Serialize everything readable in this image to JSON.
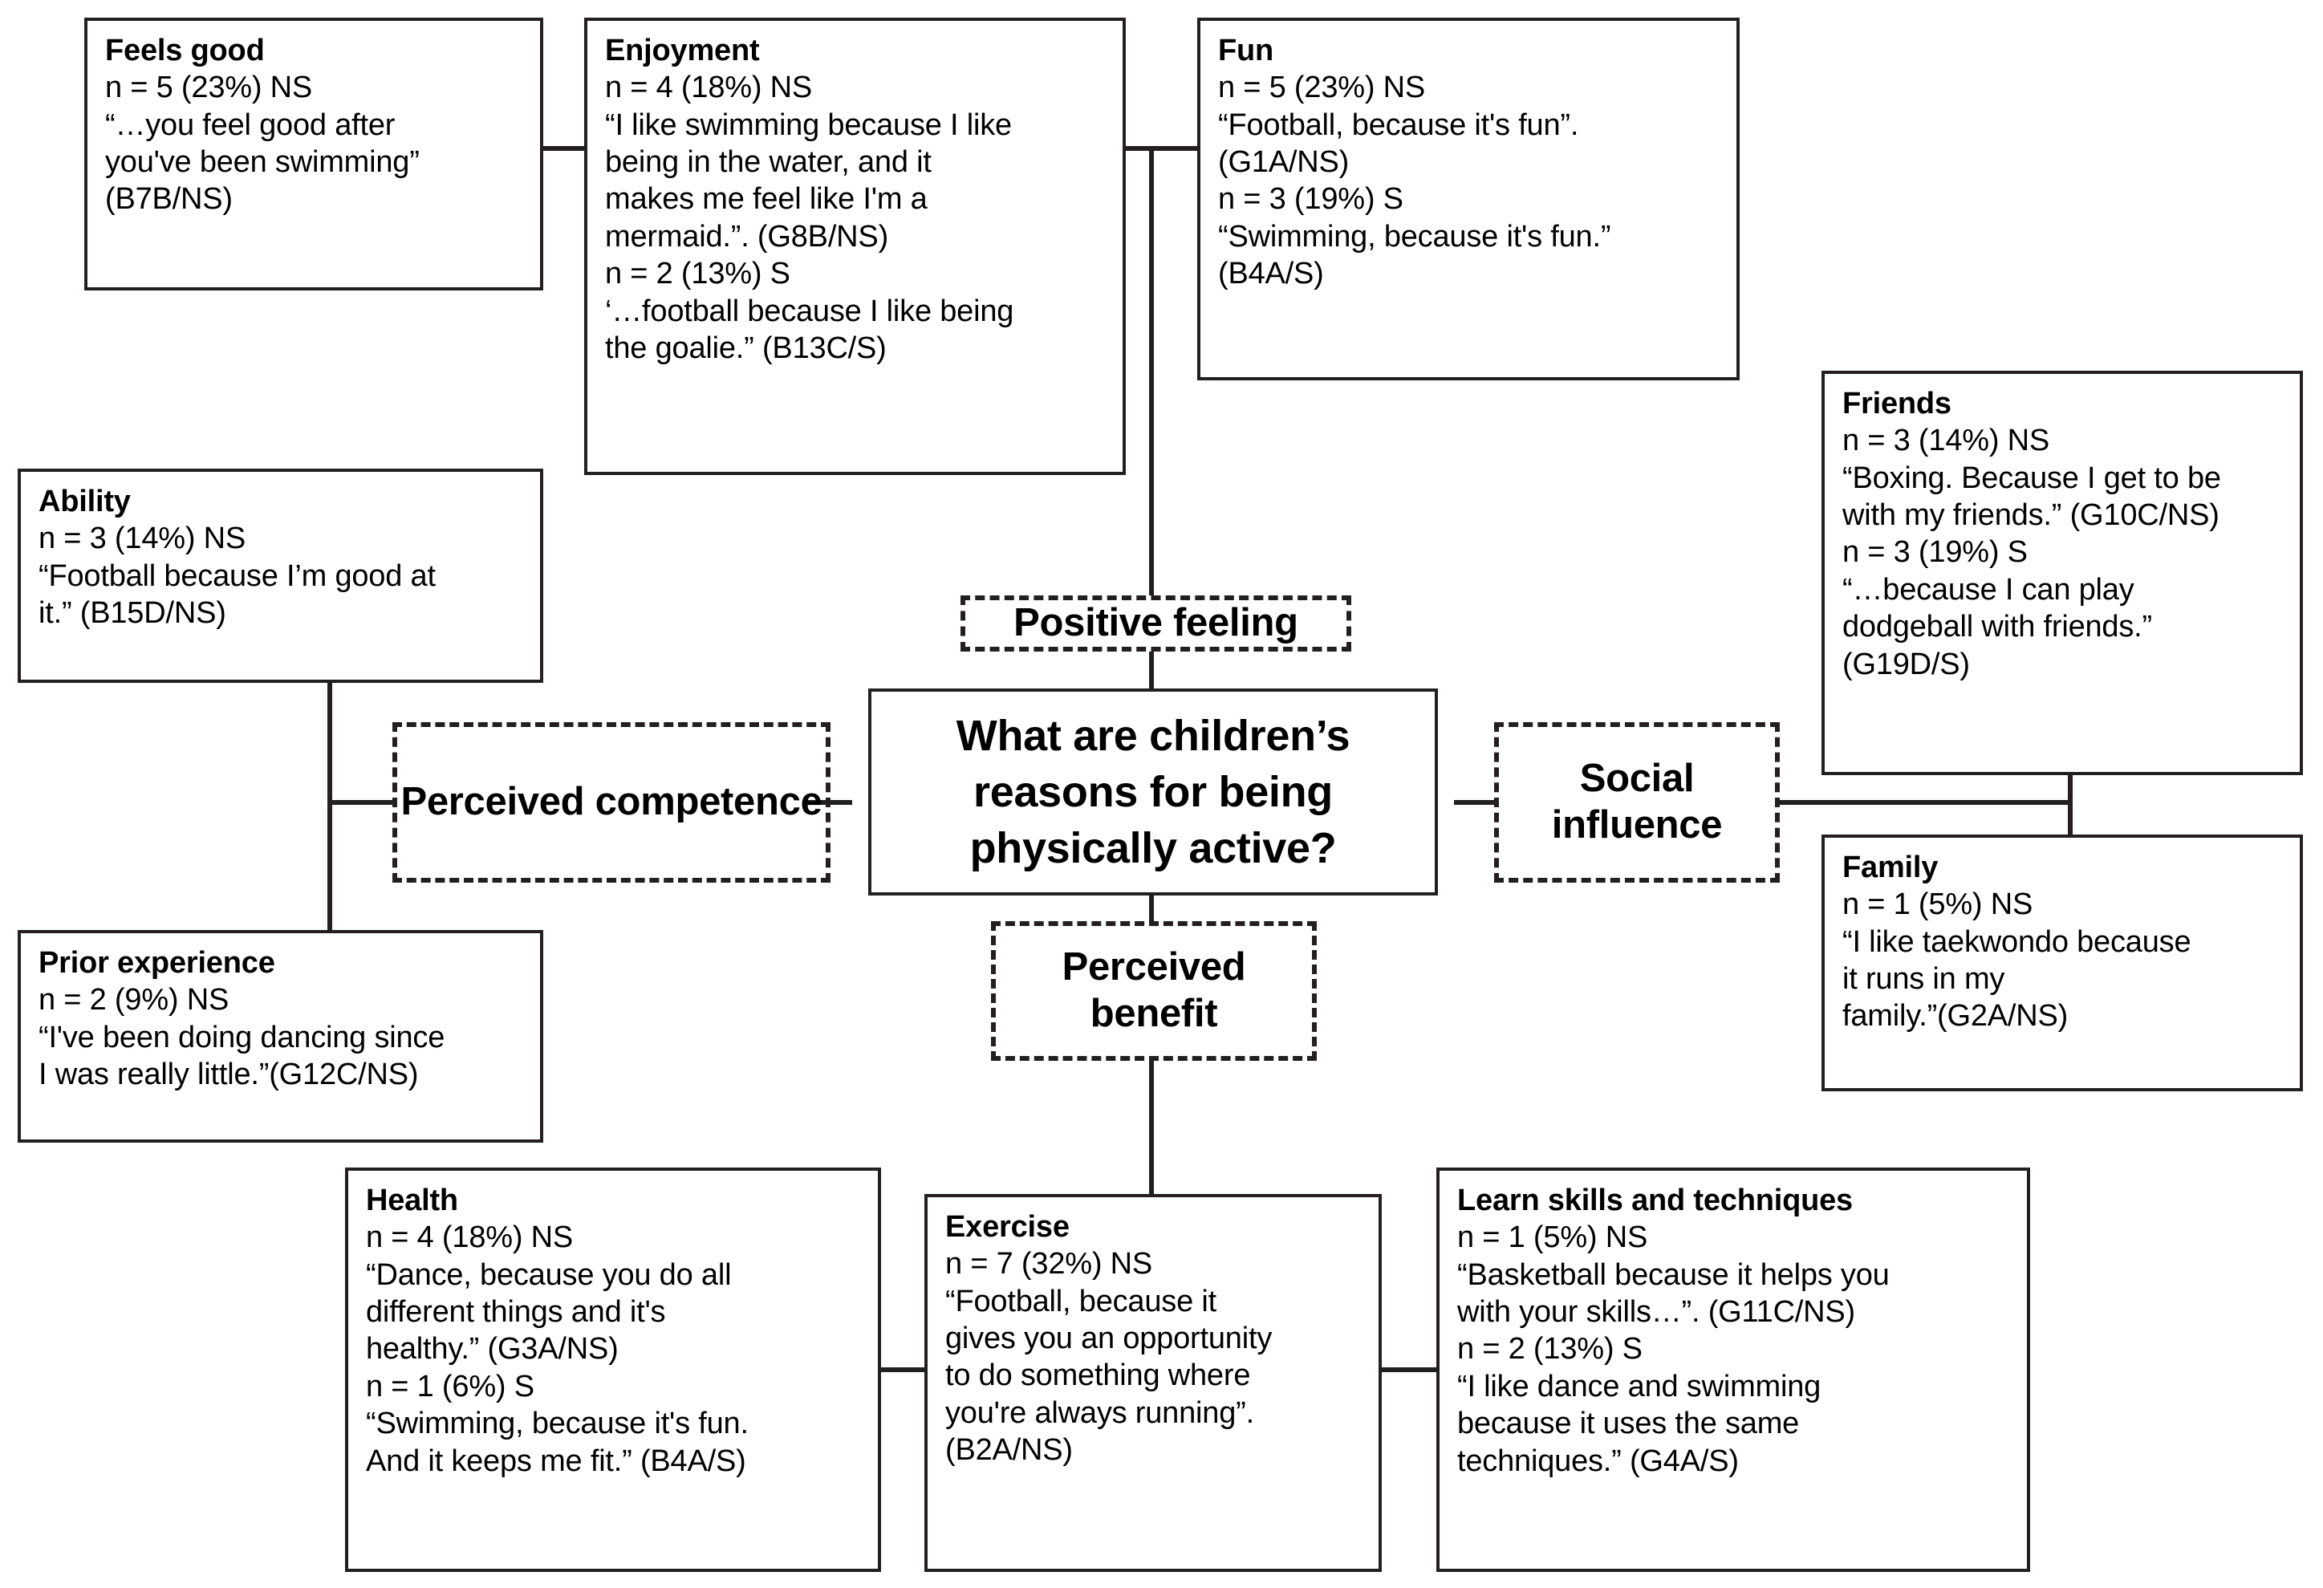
{
  "diagram": {
    "type": "thematic-map",
    "central_question": "What are children’s reasons for being physically active?",
    "themes": [
      {
        "id": "positive-feeling",
        "label": "Positive feeling"
      },
      {
        "id": "perceived-competence",
        "label": "Perceived competence"
      },
      {
        "id": "social-influence",
        "label": "Social influence"
      },
      {
        "id": "perceived-benefit",
        "label": "Perceived benefit"
      }
    ],
    "subthemes": [
      {
        "id": "feels-good",
        "theme": "positive-feeling",
        "title": "Feels good",
        "lines": [
          "n = 5 (23%) NS",
          "“…you feel good after",
          "you've been swimming”",
          "(B7B/NS)"
        ],
        "stats": [
          {
            "n": 5,
            "pct": "23%",
            "group": "NS"
          }
        ]
      },
      {
        "id": "enjoyment",
        "theme": "positive-feeling",
        "title": "Enjoyment",
        "lines": [
          "n = 4 (18%) NS",
          "“I like swimming because I like",
          "being in the water, and it",
          "makes me feel like I'm a",
          "mermaid.”. (G8B/NS)",
          "n = 2 (13%) S",
          "‘…football because I like being",
          "the goalie.” (B13C/S)"
        ],
        "stats": [
          {
            "n": 4,
            "pct": "18%",
            "group": "NS"
          },
          {
            "n": 2,
            "pct": "13%",
            "group": "S"
          }
        ]
      },
      {
        "id": "fun",
        "theme": "positive-feeling",
        "title": "Fun",
        "lines": [
          "n = 5 (23%) NS",
          "“Football, because it's fun”.",
          "(G1A/NS)",
          "n = 3 (19%) S",
          "“Swimming, because it's fun.”",
          "(B4A/S)"
        ],
        "stats": [
          {
            "n": 5,
            "pct": "23%",
            "group": "NS"
          },
          {
            "n": 3,
            "pct": "19%",
            "group": "S"
          }
        ]
      },
      {
        "id": "ability",
        "theme": "perceived-competence",
        "title": "Ability",
        "lines": [
          "n = 3 (14%) NS",
          "“Football because I’m good at",
          "it.” (B15D/NS)"
        ],
        "stats": [
          {
            "n": 3,
            "pct": "14%",
            "group": "NS"
          }
        ]
      },
      {
        "id": "prior-experience",
        "theme": "perceived-competence",
        "title": "Prior experience",
        "lines": [
          "n = 2 (9%) NS",
          "“I've been doing dancing since",
          "I was really little.”(G12C/NS)"
        ],
        "stats": [
          {
            "n": 2,
            "pct": "9%",
            "group": "NS"
          }
        ]
      },
      {
        "id": "friends",
        "theme": "social-influence",
        "title": "Friends",
        "lines": [
          "n = 3 (14%) NS",
          "“Boxing. Because I get to be",
          "with my friends.” (G10C/NS)",
          "n = 3 (19%) S",
          "“…because I can play",
          "dodgeball with friends.”",
          "(G19D/S)"
        ],
        "stats": [
          {
            "n": 3,
            "pct": "14%",
            "group": "NS"
          },
          {
            "n": 3,
            "pct": "19%",
            "group": "S"
          }
        ]
      },
      {
        "id": "family",
        "theme": "social-influence",
        "title": "Family",
        "lines": [
          "n = 1 (5%) NS",
          "“I like taekwondo because",
          "it runs in my",
          "family.”(G2A/NS)"
        ],
        "stats": [
          {
            "n": 1,
            "pct": "5%",
            "group": "NS"
          }
        ]
      },
      {
        "id": "health",
        "theme": "perceived-benefit",
        "title": "Health",
        "lines": [
          "n = 4 (18%) NS",
          "“Dance, because you do all",
          "different things and it's",
          "healthy.” (G3A/NS)",
          "n = 1 (6%) S",
          "“Swimming, because it's fun.",
          "And it keeps me fit.” (B4A/S)"
        ],
        "stats": [
          {
            "n": 4,
            "pct": "18%",
            "group": "NS"
          },
          {
            "n": 1,
            "pct": "6%",
            "group": "S"
          }
        ]
      },
      {
        "id": "exercise",
        "theme": "perceived-benefit",
        "title": "Exercise",
        "lines": [
          "n = 7 (32%) NS",
          "“Football, because it",
          "gives you an opportunity",
          "to do something where",
          "you're always running”.",
          "(B2A/NS)"
        ],
        "stats": [
          {
            "n": 7,
            "pct": "32%",
            "group": "NS"
          }
        ]
      },
      {
        "id": "learn-skills",
        "theme": "perceived-benefit",
        "title": "Learn skills and techniques",
        "lines": [
          "n = 1 (5%) NS",
          "“Basketball because it helps you",
          "with your skills…”. (G11C/NS)",
          "n = 2 (13%) S",
          "“I like dance and swimming",
          "because it uses the same",
          "techniques.” (G4A/S)"
        ],
        "stats": [
          {
            "n": 1,
            "pct": "5%",
            "group": "NS"
          },
          {
            "n": 2,
            "pct": "13%",
            "group": "S"
          }
        ]
      }
    ],
    "colors": {
      "line": "#231f20",
      "background": "#ffffff",
      "text": "#000000"
    }
  }
}
